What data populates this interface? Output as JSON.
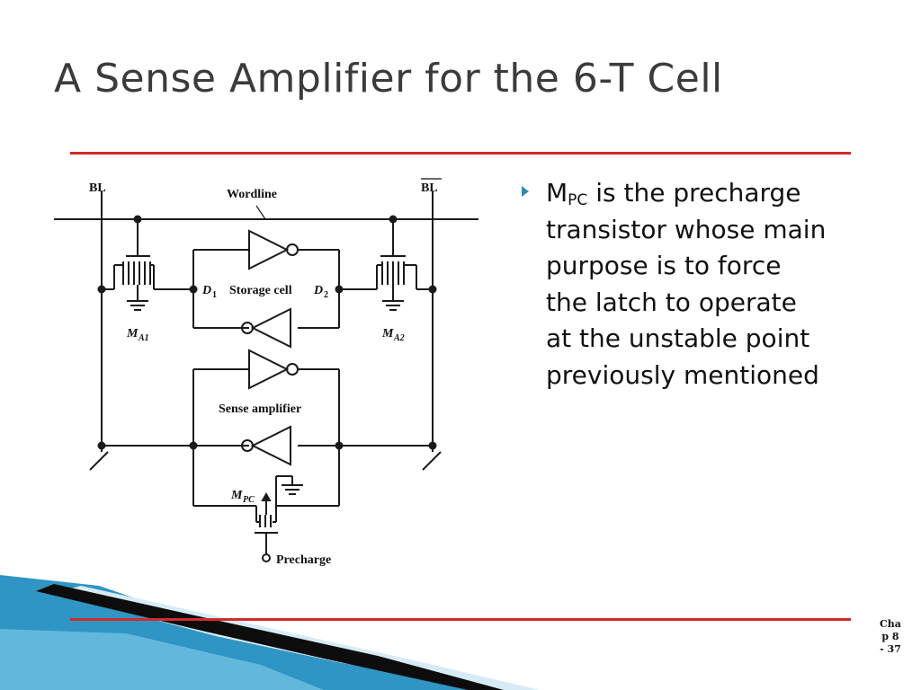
{
  "slide": {
    "title": "A Sense Amplifier for the 6-T Cell",
    "bullet": {
      "main": "M",
      "subscript": "PC",
      "rest": " is the precharge transistor whose main purpose is to force the latch to operate at the unstable point previously mentioned"
    },
    "page_number": "Chap 8 - 37"
  },
  "diagram": {
    "labels": {
      "bl": "BL",
      "bl_bar": "BL",
      "wordline": "Wordline",
      "d1": "D",
      "d1_sub": "1",
      "d2": "D",
      "d2_sub": "2",
      "storage_cell": "Storage cell",
      "ma1": "M",
      "ma1_sub": "A1",
      "ma2": "M",
      "ma2_sub": "A2",
      "sense_amplifier": "Sense amplifier",
      "mpc": "M",
      "mpc_sub": "PC",
      "precharge": "Precharge"
    }
  },
  "colors": {
    "accent_red": "#d42a2a",
    "bullet_blue": "#2f8bb8",
    "title_gray": "#3b3b3b",
    "corner_blue": "#3a9cc9"
  }
}
